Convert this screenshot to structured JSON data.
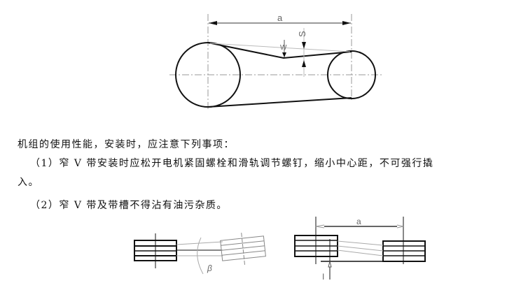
{
  "diagram_top": {
    "dimension_label": "a",
    "deflection_label": "W",
    "span_label": "S"
  },
  "paragraph": {
    "line1": "机组的使用性能，安装时，应注意下列事项：",
    "item1_line1": "（1）窄 V 带安装时应松开电机紧固螺栓和滑轨调节螺钉，缩小中心距，不可强行撬",
    "item1_line2": "入。",
    "item2": "（2）窄 V 带及带槽不得沾有油污杂质。"
  },
  "diagram_bottom": {
    "angle_label": "β",
    "dimension_label": "a",
    "offset_label": "I"
  }
}
